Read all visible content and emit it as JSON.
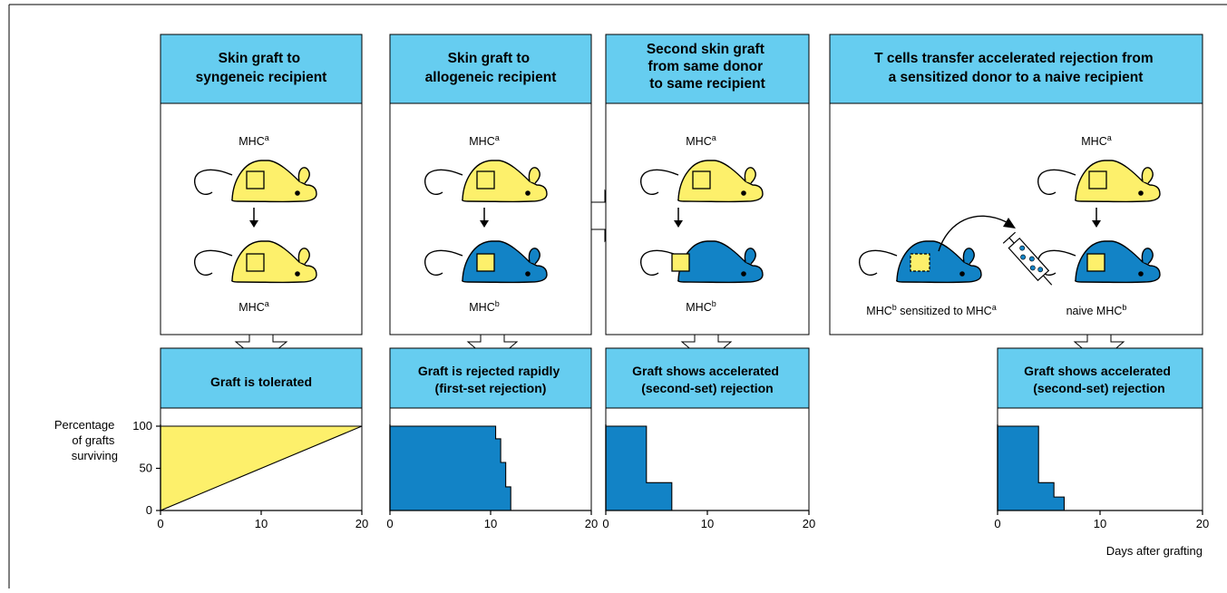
{
  "colors": {
    "header_bg": "#66cdf0",
    "yellow": "#fdf06b",
    "blue": "#1283c6",
    "outline": "#000000"
  },
  "panels": [
    {
      "header": [
        "Skin graft to",
        "syngeneic recipient"
      ],
      "top_label": "MHC",
      "top_sup": "a",
      "bottom_label": "MHC",
      "bottom_sup": "a",
      "result": [
        "Graft is tolerated"
      ]
    },
    {
      "header": [
        "Skin graft to",
        "allogeneic recipient"
      ],
      "top_label": "MHC",
      "top_sup": "a",
      "bottom_label": "MHC",
      "bottom_sup": "b",
      "result": [
        "Graft is rejected rapidly",
        "(first-set rejection)"
      ]
    },
    {
      "header": [
        "Second skin graft",
        "from same donor",
        "to  same  recipient"
      ],
      "top_label": "MHC",
      "top_sup": "a",
      "bottom_label": "MHC",
      "bottom_sup": "b",
      "result": [
        "Graft shows accelerated",
        "(second-set) rejection"
      ]
    },
    {
      "header": [
        "T cells transfer accelerated rejection from",
        "a sensitized donor to a naive recipient"
      ],
      "top_label": "MHC",
      "top_sup": "a",
      "left_label": "MHC",
      "left_sup": "b",
      "left_label_rest": " sensitized to MHC",
      "left_sup2": "a",
      "right_label": "naive MHC",
      "right_sup": "b",
      "result": [
        "Graft shows accelerated",
        "(second-set) rejection"
      ]
    }
  ],
  "axis": {
    "ylabel": [
      "Percentage",
      "of grafts",
      "surviving"
    ],
    "xlabel": "Days after grafting",
    "y_ticks": [
      "100",
      "50",
      "0"
    ],
    "x_ticks": [
      "0",
      "10",
      "20"
    ]
  },
  "chart_data": [
    {
      "type": "area",
      "title": "Graft is tolerated",
      "x": [
        0,
        20
      ],
      "y": [
        100,
        100
      ],
      "xlim": [
        0,
        20
      ],
      "ylim": [
        0,
        100
      ],
      "color": "yellow"
    },
    {
      "type": "area",
      "title": "Graft is rejected rapidly (first-set rejection)",
      "x": [
        0,
        10.5,
        10.5,
        11,
        11,
        11.5,
        11.5,
        12,
        12
      ],
      "y": [
        100,
        100,
        85,
        85,
        57,
        57,
        28,
        28,
        0
      ],
      "xlim": [
        0,
        20
      ],
      "ylim": [
        0,
        100
      ],
      "color": "blue"
    },
    {
      "type": "area",
      "title": "Graft shows accelerated (second-set) rejection",
      "x": [
        0,
        4,
        4,
        6.5,
        6.5
      ],
      "y": [
        100,
        100,
        33,
        33,
        0
      ],
      "xlim": [
        0,
        20
      ],
      "ylim": [
        0,
        100
      ],
      "color": "blue"
    },
    {
      "type": "area",
      "title": "Graft shows accelerated (second-set) rejection",
      "x": [
        0,
        4,
        4,
        5.5,
        5.5,
        6.5,
        6.5
      ],
      "y": [
        100,
        100,
        33,
        33,
        16,
        16,
        0
      ],
      "xlim": [
        0,
        20
      ],
      "ylim": [
        0,
        100
      ],
      "color": "blue"
    }
  ]
}
